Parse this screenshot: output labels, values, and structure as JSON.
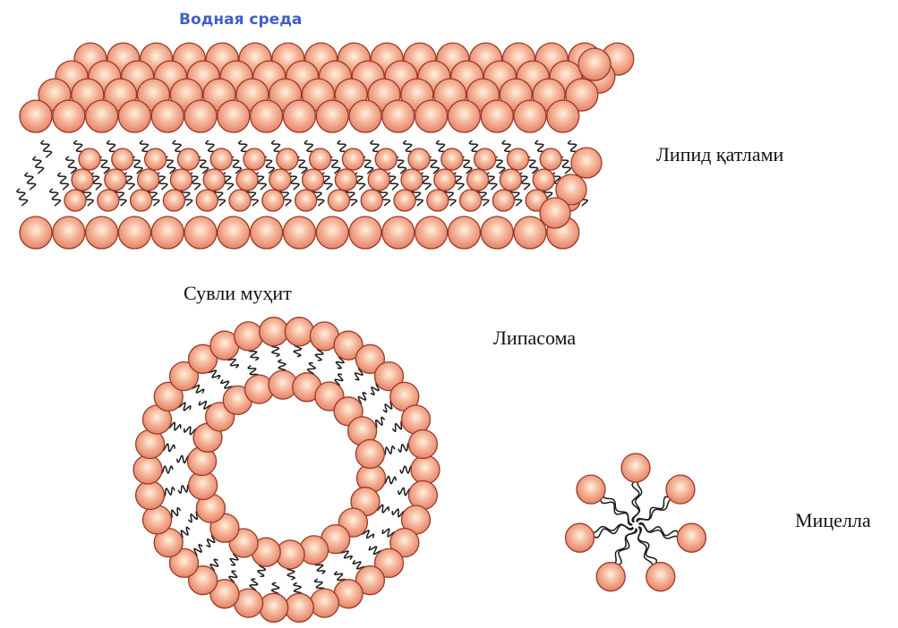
{
  "labels": {
    "water_ru": "Водная среда",
    "bilayer": "Липид қатлами",
    "water": "Сувли муҳит",
    "liposome": "Липасома",
    "micelle": "Мицелла"
  },
  "colors": {
    "head_fill": "#ec8f72",
    "head_highlight": "#fff1de",
    "head_stroke": "#9a3a28",
    "tail_stroke": "#1a1a1a",
    "label_ru": "#3f5fc8"
  }
}
